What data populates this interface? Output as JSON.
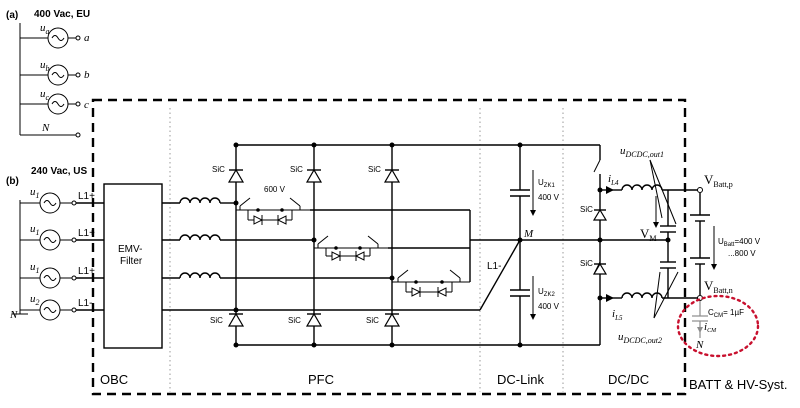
{
  "part_a": {
    "label": "(a)",
    "supply": "400 Vac, EU",
    "phases": [
      "a",
      "b",
      "c"
    ],
    "sources": [
      "u_a",
      "u_b",
      "u_c"
    ],
    "neutral": "N"
  },
  "part_b": {
    "label": "(b)",
    "supply": "240 Vac, US",
    "sources": [
      "u_1",
      "u_1",
      "u_1",
      "u_2"
    ],
    "lines": [
      "L1+",
      "L1+",
      "L1+",
      "L1-"
    ],
    "neutral": "N"
  },
  "filter": {
    "line1": "EMV-",
    "line2": "Filter"
  },
  "pfc": {
    "device": "SiC",
    "bidir_voltage": "600 V"
  },
  "dclink": {
    "cap1_sub": "ZK1",
    "cap2_sub": "ZK2",
    "cap_voltage": "400 V",
    "midpoint": "M",
    "l1_minus": "L1-"
  },
  "dcdc": {
    "i_l4_sub": "L4",
    "i_l5_sub": "L5",
    "u_out1_sub": "DCDC,out1",
    "u_out2_sub": "DCDC,out2",
    "v_m_sub": "M"
  },
  "battery": {
    "v_p_sub": "Batt,p",
    "v_n_sub": "Batt,n",
    "u_batt_sub": "Batt",
    "u_batt_value": "=400 V",
    "u_batt_range": "...800 V",
    "c_cm_sub": "CM",
    "c_cm_value": "= 1µF",
    "i_cm_sub": "CM",
    "neutral": "N"
  },
  "sections": [
    "OBC",
    "PFC",
    "DC-Link",
    "DC/DC",
    "BATT & HV-Syst."
  ],
  "colors": {
    "highlight_circle": "#c8102e",
    "common_mode_path": "#8c8c8c"
  }
}
